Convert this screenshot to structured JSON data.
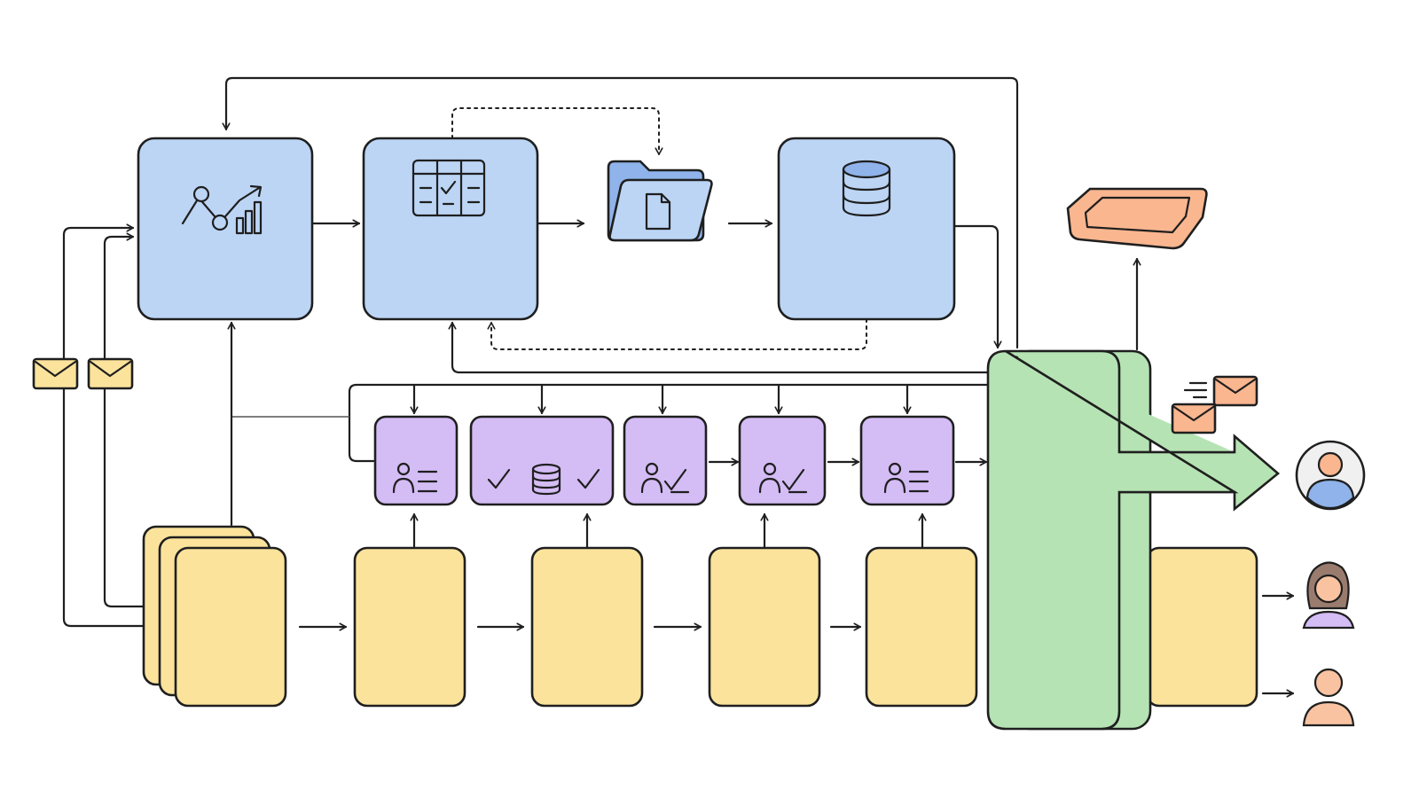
{
  "colors": {
    "blue": "#bcd5f5",
    "purple": "#d4bcf5",
    "yellow": "#fbe39c",
    "green": "#b6e3b4",
    "orange": "#f9b68f",
    "envelope": "#fbe39c",
    "envelope_orange": "#f9b68f",
    "stroke": "#1f1f1f"
  },
  "nodes": {
    "top": [
      {
        "name": "analytics-node",
        "icon": "analytics-chart-icon"
      },
      {
        "name": "table-node",
        "icon": "table-check-icon"
      },
      {
        "name": "folder-node",
        "icon": "folder-document-icon"
      },
      {
        "name": "database-node",
        "icon": "database-icon"
      },
      {
        "name": "tray-node",
        "icon": "tray-icon"
      }
    ],
    "middle": [
      {
        "name": "purple-node-1",
        "icon": "user-list-icon"
      },
      {
        "name": "purple-node-2",
        "icon": "check-database-check-icon"
      },
      {
        "name": "purple-node-3",
        "icon": "user-check-icon"
      },
      {
        "name": "purple-node-4",
        "icon": "user-check-icon"
      },
      {
        "name": "purple-node-5",
        "icon": "user-list-icon"
      }
    ],
    "bottom": [
      {
        "name": "document-stack-node"
      },
      {
        "name": "yellow-node-2"
      },
      {
        "name": "yellow-node-3"
      },
      {
        "name": "yellow-node-4"
      },
      {
        "name": "yellow-node-5"
      },
      {
        "name": "yellow-node-6"
      }
    ],
    "hub": {
      "name": "green-hub-node"
    },
    "recipients": [
      {
        "name": "user-avatar",
        "icon": "user-circle-icon"
      },
      {
        "name": "woman-avatar",
        "icon": "woman-icon"
      },
      {
        "name": "man-avatar",
        "icon": "person-icon"
      }
    ]
  }
}
